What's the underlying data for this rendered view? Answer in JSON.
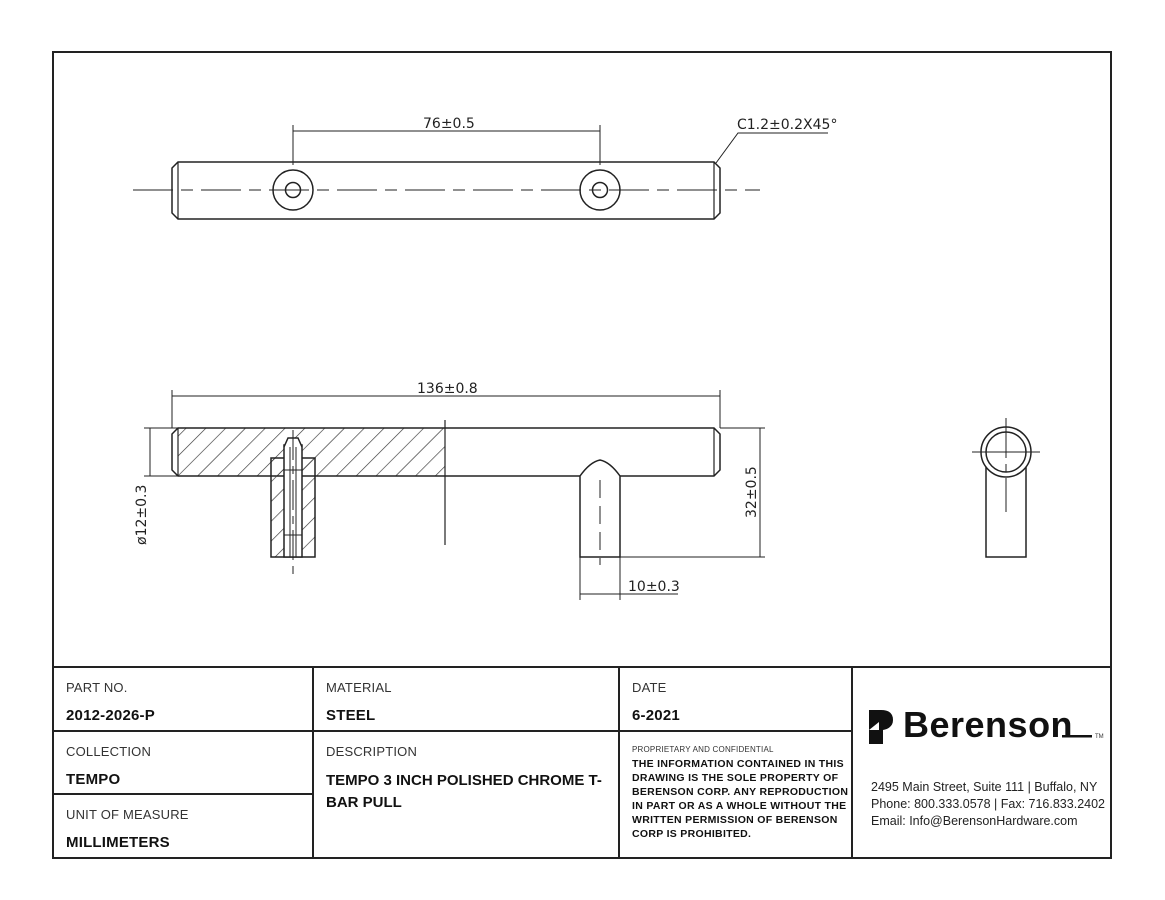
{
  "dimensions": {
    "top_hole_spacing": "76±0.5",
    "chamfer": "C1.2±0.2X45°",
    "overall_length": "136±0.8",
    "diameter": "ø12±0.3",
    "projection": "32±0.5",
    "post_width": "10±0.3"
  },
  "title_block": {
    "part_no": {
      "label": "PART NO.",
      "value": "2012-2026-P"
    },
    "material": {
      "label": "MATERIAL",
      "value": "STEEL"
    },
    "date": {
      "label": "DATE",
      "value": "6-2021"
    },
    "collection": {
      "label": "COLLECTION",
      "value": "TEMPO"
    },
    "description": {
      "label": "DESCRIPTION",
      "value": "TEMPO 3 INCH POLISHED CHROME T-BAR PULL"
    },
    "unit": {
      "label": "UNIT OF MEASURE",
      "value": "MILLIMETERS"
    },
    "confidential": {
      "title": "PROPRIETARY AND CONFIDENTIAL",
      "text": "THE INFORMATION CONTAINED IN THIS DRAWING IS THE SOLE PROPERTY OF BERENSON CORP. ANY REPRODUCTION IN PART OR AS A WHOLE WITHOUT THE WRITTEN PERMISSION OF BERENSON CORP IS PROHIBITED."
    }
  },
  "company": {
    "name": "Berenson",
    "trademark": "TM",
    "address": "2495 Main Street, Suite 111 | Buffalo, NY",
    "phone_fax": "Phone: 800.333.0578 | Fax: 716.833.2402",
    "email": "Email: Info@BerensonHardware.com"
  }
}
